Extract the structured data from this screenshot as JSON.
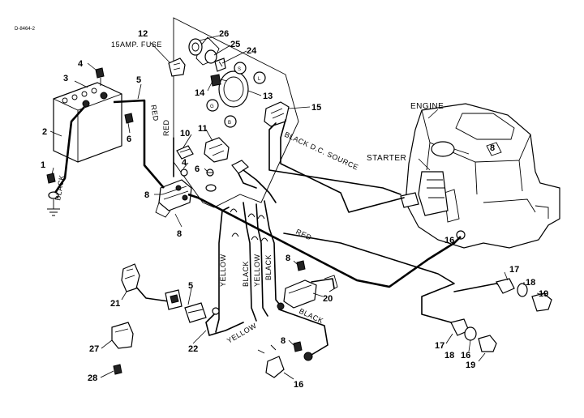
{
  "drawing_number": "D-8464-2",
  "part_labels": {
    "p1": "1",
    "p2": "2",
    "p3": "3",
    "p4a": "4",
    "p4b": "4",
    "p5a": "5",
    "p5b": "5",
    "p6a": "6",
    "p6b": "6",
    "p8a": "8",
    "p8b": "8",
    "p8c": "8",
    "p8d": "8",
    "p8e": "8",
    "p10": "10",
    "p11": "11",
    "p12": "12",
    "p13": "13",
    "p14": "14",
    "p15": "15",
    "p16a": "16",
    "p16b": "16",
    "p16c": "16",
    "p17a": "17",
    "p17b": "17",
    "p18a": "18",
    "p18b": "18",
    "p19a": "19",
    "p19b": "19",
    "p20": "20",
    "p21": "21",
    "p22": "22",
    "p24": "24",
    "p25": "25",
    "p26": "26",
    "p27": "27",
    "p28": "28"
  },
  "fuse_label": "15AMP. FUSE",
  "component_labels": {
    "engine": "ENGINE",
    "starter": "STARTER"
  },
  "wire_labels": {
    "red_battery": "RED",
    "black_ground": "BLACK",
    "red_switch": "RED",
    "black_dc_source": "BLACK  D.C. SOURCE",
    "red_main": "RED",
    "yellow_left": "YELLOW",
    "black_mid": "BLACK",
    "yellow_mid": "YELLOW",
    "black_right": "BLACK",
    "black_bottom": "BLACK",
    "yellow_bottom": "YELLOW"
  },
  "ignition_positions": {
    "s": "S",
    "l": "L",
    "g": "G",
    "b": "B"
  }
}
